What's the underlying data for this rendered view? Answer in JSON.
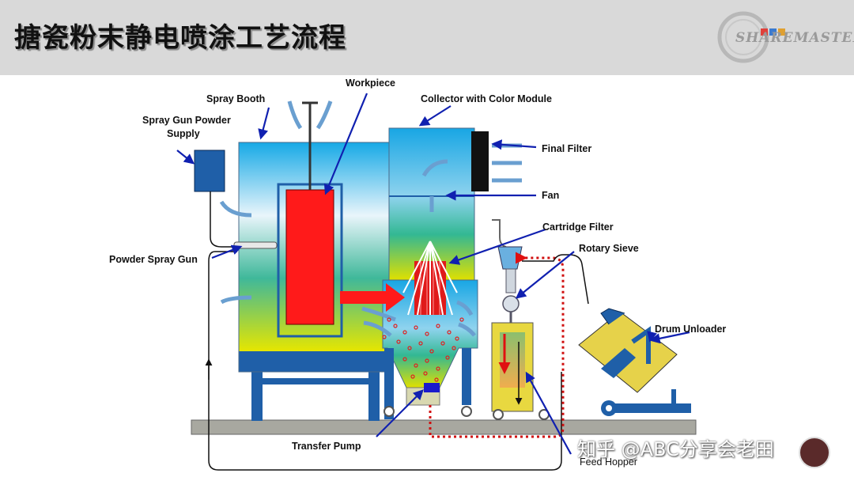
{
  "title": "搪瓷粉末静电喷涂工艺流程",
  "logo": {
    "text": "SHAREMASTER",
    "icon": "sharemaster-logo-icon"
  },
  "labels": {
    "spray_booth": "Spray Booth",
    "workpiece": "Workpiece",
    "collector": "Collector with Color Module",
    "gun_supply_line1": "Spray Gun Powder",
    "gun_supply_line2": "Supply",
    "final_filter": "Final Filter",
    "fan": "Fan",
    "cartridge_filter": "Cartridge Filter",
    "rotary_sieve": "Rotary Sieve",
    "powder_spray_gun": "Powder Spray Gun",
    "drum_unloader": "Drum  Unloader",
    "transfer_pump": "Transfer Pump",
    "feed_hopper": "Feed Hopper"
  },
  "watermark": "知乎 @ABC分享会老田",
  "colors": {
    "header_bg": "#d9d9d9",
    "arrow": "#1020b0",
    "workpiece": "#ff1a1a",
    "booth_blue": "#1f5fa8",
    "powder_dots": "#e02020"
  }
}
